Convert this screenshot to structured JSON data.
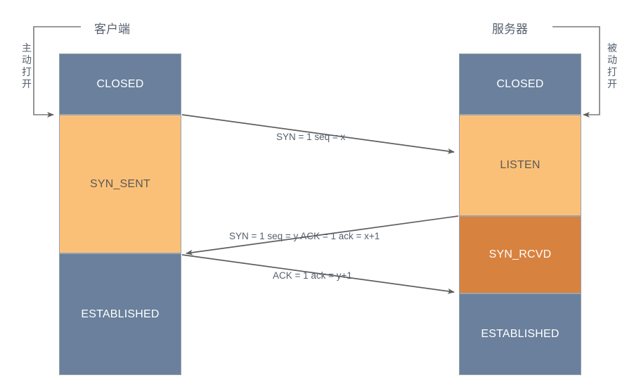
{
  "diagram": {
    "title_client": "客户端",
    "title_server": "服务器",
    "open_label_client": "主动打开",
    "open_label_server": "被动打开",
    "colors": {
      "blue": "#6a809c",
      "orange_light": "#fbc077",
      "orange_dark": "#d8823f",
      "line": "#5f5f5f",
      "border": "#9aa3ad",
      "text_dark": "#55606e",
      "text_light": "#ffffff"
    }
  },
  "client": {
    "name": "客户端",
    "states": [
      {
        "label": "CLOSED",
        "style": "blue"
      },
      {
        "label": "SYN_SENT",
        "style": "orange_light"
      },
      {
        "label": "ESTABLISHED",
        "style": "blue"
      }
    ]
  },
  "server": {
    "name": "服务器",
    "states": [
      {
        "label": "CLOSED",
        "style": "blue"
      },
      {
        "label": "LISTEN",
        "style": "orange_light"
      },
      {
        "label": "SYN_RCVD",
        "style": "orange_dark"
      },
      {
        "label": "ESTABLISHED",
        "style": "blue"
      }
    ]
  },
  "messages": [
    {
      "label": "SYN = 1 seq = x",
      "direction": "client-to-server"
    },
    {
      "label": "SYN = 1 seq = y ACK = 1 ack = x+1",
      "direction": "server-to-client"
    },
    {
      "label": "ACK = 1 ack = y+1",
      "direction": "client-to-server"
    }
  ]
}
